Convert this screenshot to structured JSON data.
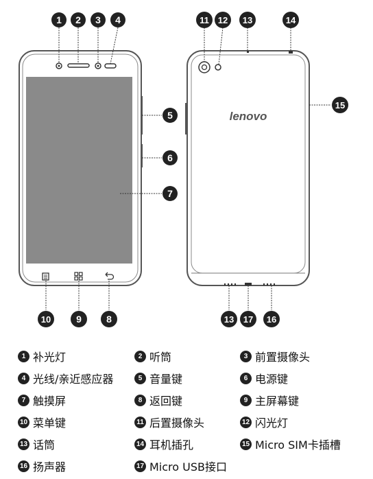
{
  "diagram": {
    "brand": "lenovo",
    "callouts": [
      {
        "n": "1"
      },
      {
        "n": "2"
      },
      {
        "n": "3"
      },
      {
        "n": "4"
      },
      {
        "n": "5"
      },
      {
        "n": "6"
      },
      {
        "n": "7"
      },
      {
        "n": "8"
      },
      {
        "n": "9"
      },
      {
        "n": "10"
      },
      {
        "n": "11"
      },
      {
        "n": "12"
      },
      {
        "n": "13"
      },
      {
        "n": "14"
      },
      {
        "n": "15"
      },
      {
        "n": "16"
      },
      {
        "n": "17"
      }
    ]
  },
  "legend": [
    {
      "n": "1",
      "label": "补光灯"
    },
    {
      "n": "2",
      "label": "听筒"
    },
    {
      "n": "3",
      "label": "前置摄像头"
    },
    {
      "n": "4",
      "label": "光线/亲近感应器"
    },
    {
      "n": "5",
      "label": "音量键"
    },
    {
      "n": "6",
      "label": "电源键"
    },
    {
      "n": "7",
      "label": "触摸屏"
    },
    {
      "n": "8",
      "label": "返回键"
    },
    {
      "n": "9",
      "label": "主屏幕键"
    },
    {
      "n": "10",
      "label": "菜单键"
    },
    {
      "n": "11",
      "label": "后置摄像头"
    },
    {
      "n": "12",
      "label": "闪光灯"
    },
    {
      "n": "13",
      "label": "话筒"
    },
    {
      "n": "14",
      "label": "耳机插孔"
    },
    {
      "n": "15",
      "label": "Micro SIM卡插槽"
    },
    {
      "n": "16",
      "label": "扬声器"
    },
    {
      "n": "17",
      "label": "Micro USB接口"
    }
  ],
  "colors": {
    "badge": "#222222",
    "outline": "#555555",
    "screen": "#8a8a8a",
    "leader": "#333333"
  }
}
